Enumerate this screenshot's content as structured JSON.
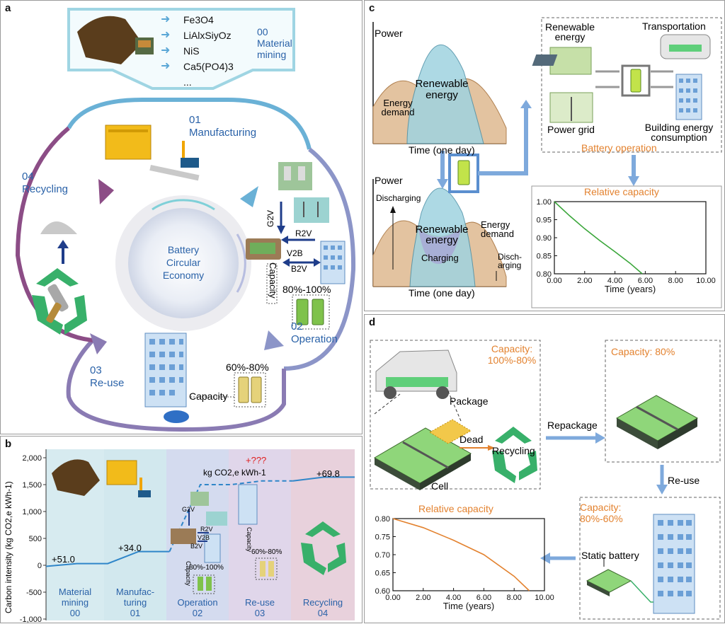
{
  "panel_a": {
    "label": "a",
    "minerals": [
      "Fe3O4",
      "LiAlxSiyOz",
      "NiS",
      "Ca5(PO4)3",
      "..."
    ],
    "material_mining": {
      "num": "00",
      "line1": "Material",
      "line2": "mining"
    },
    "manufacturing": {
      "num": "01",
      "text": "Manufacturing"
    },
    "operation": {
      "num": "02",
      "text": "Operation"
    },
    "reuse": {
      "num": "03",
      "text": "Re-use"
    },
    "recycling": {
      "num": "04",
      "text": "Recycling"
    },
    "center": [
      "Battery",
      "Circular",
      "Economy"
    ],
    "v2g": {
      "g2v": "G2V",
      "r2v": "R2V",
      "v2b": "V2B",
      "b2v": "B2V"
    },
    "capacity_label": "Capacity",
    "capacity_op": "80%-100%",
    "capacity_reuse": "60%-80%"
  },
  "panel_b": {
    "label": "b",
    "ylabel": "Carbon intensity (kg CO2,e kWh-1)",
    "unit_label": "kg CO2,e kWh-1",
    "unknown": "+???",
    "annotations": [
      "+51.0",
      "+34.0",
      "+69.8"
    ],
    "stages": [
      {
        "name": "Material",
        "name2": "mining",
        "num": "00"
      },
      {
        "name": "Manufac-",
        "name2": "turing",
        "num": "01"
      },
      {
        "name": "Operation",
        "name2": "",
        "num": "02"
      },
      {
        "name": "Re-use",
        "name2": "",
        "num": "03"
      },
      {
        "name": "Recycling",
        "name2": "",
        "num": "04"
      }
    ],
    "v2g": {
      "g2v": "G2V",
      "r2v": "R2V",
      "v2b": "V2B",
      "b2v": "B2V"
    },
    "capacity_label": "Capacity",
    "capacity_op": "80%-100%",
    "capacity_reuse": "60%-80%"
  },
  "panel_c": {
    "label": "c",
    "power": "Power",
    "time_axis": "Time (one day)",
    "renewable": [
      "Renewable",
      "energy"
    ],
    "energy_demand": [
      "Energy",
      "demand"
    ],
    "discharging": "Discharging",
    "charging": "Charging",
    "discharging_split": [
      "Disch-",
      "arging"
    ],
    "renewable_energy": [
      "Renewable",
      "energy"
    ],
    "transportation": "Transportation",
    "power_grid": "Power grid",
    "building": [
      "Building energy",
      "consumption"
    ],
    "battery_operation": "Battery operation",
    "relative_capacity": "Relative capacity"
  },
  "panel_d": {
    "label": "d",
    "capacity_1": [
      "Capacity:",
      "100%-80%"
    ],
    "capacity_2": "Capacity: 80%",
    "capacity_3": [
      "Capacity:",
      "80%-60%"
    ],
    "package": "Package",
    "cell": "Cell",
    "dead": "Dead",
    "recycling": "Recycling",
    "repackage": "Repackage",
    "reuse": "Re-use",
    "static_battery": "Static battery",
    "relative_capacity": "Relative capacity"
  },
  "chart_data": [
    {
      "type": "line",
      "title": "Relative capacity",
      "xlabel": "Time (years)",
      "ylabel": "",
      "xlim": [
        0,
        10
      ],
      "ylim": [
        0.8,
        1.0
      ],
      "xticks": [
        "0.00",
        "2.00",
        "4.00",
        "6.00",
        "8.00",
        "10.00"
      ],
      "yticks": [
        "0.80",
        "0.85",
        "0.90",
        "0.95",
        "1.00"
      ],
      "series": [
        {
          "x": [
            0,
            1,
            2,
            3,
            4,
            5,
            5.8
          ],
          "y": [
            1.0,
            0.961,
            0.925,
            0.892,
            0.861,
            0.829,
            0.8
          ]
        }
      ]
    },
    {
      "type": "line",
      "title": "Relative capacity",
      "xlabel": "Time (years)",
      "ylabel": "",
      "xlim": [
        0,
        10
      ],
      "ylim": [
        0.6,
        0.8
      ],
      "xticks": [
        "0.00",
        "2.00",
        "4.00",
        "6.00",
        "8.00",
        "10.00"
      ],
      "yticks": [
        "0.60",
        "0.65",
        "0.70",
        "0.75",
        "0.80"
      ],
      "series": [
        {
          "x": [
            0,
            2,
            4,
            6,
            8,
            9
          ],
          "y": [
            0.8,
            0.775,
            0.74,
            0.7,
            0.64,
            0.6
          ]
        }
      ]
    },
    {
      "type": "line",
      "title": "",
      "xlabel": "",
      "ylabel": "Carbon intensity (kg CO2,e kWh-1)",
      "ylim": [
        -1000,
        2000
      ],
      "yticks": [
        "-1,000",
        "-500",
        "0",
        "500",
        "1,000",
        "1,500",
        "2,000"
      ],
      "categories": [
        "Material mining 00",
        "Manufacturing 01",
        "Operation 02",
        "Re-use 03",
        "Recycling 04"
      ],
      "series": [
        {
          "x": [
            0,
            1,
            2
          ],
          "y": [
            -20,
            31,
            31
          ]
        },
        {
          "x": [
            2,
            3,
            4
          ],
          "y": [
            31,
            255,
            255
          ]
        },
        {
          "x": [
            4,
            5,
            6
          ],
          "y": [
            255,
            1500,
            1500
          ]
        },
        {
          "x": [
            6,
            7,
            8
          ],
          "y": [
            1500,
            1570,
            1570
          ]
        },
        {
          "x": [
            8,
            9,
            10
          ],
          "y": [
            1570,
            1640,
            1640
          ]
        }
      ]
    }
  ]
}
